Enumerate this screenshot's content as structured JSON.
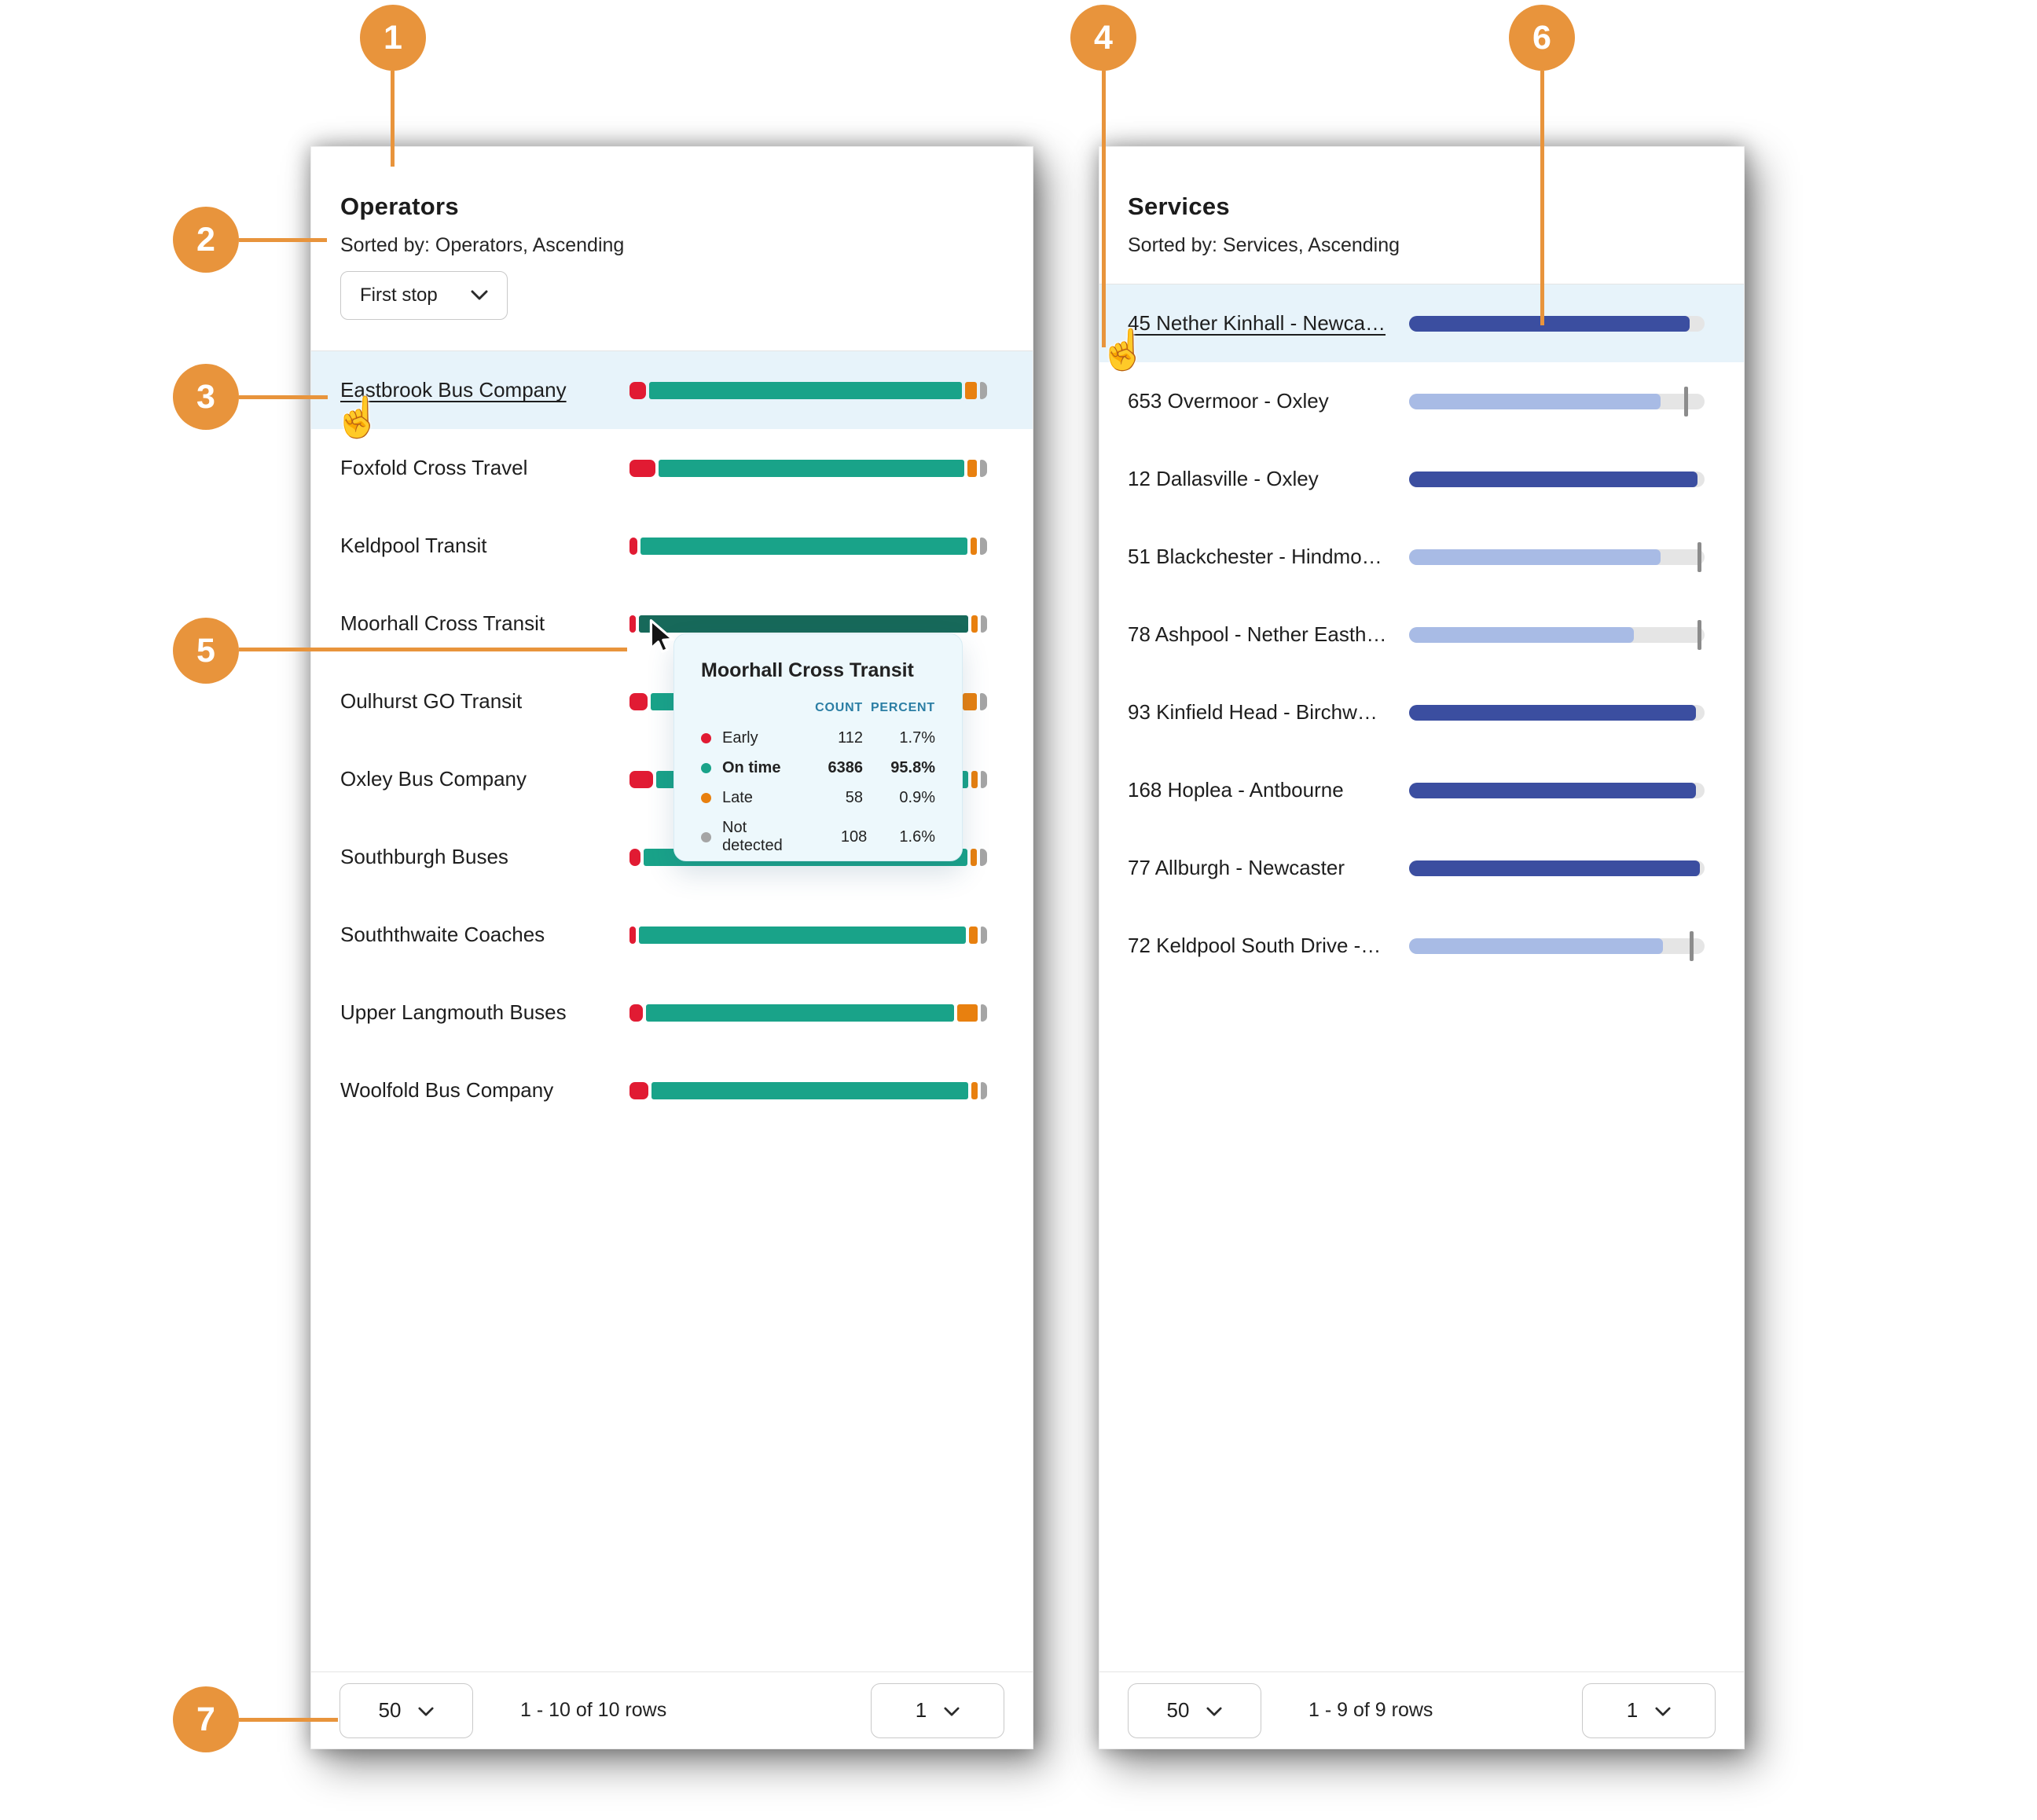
{
  "colors": {
    "accent_orange": "#E8943C",
    "early_red": "#E11B33",
    "on_time_green": "#19A389",
    "on_time_green_dark": "#17695A",
    "late_orange": "#E8800F",
    "not_detected_gray": "#A5A5A5",
    "services_dark_blue": "#3B4EA0",
    "services_light_blue": "#A8BBE5",
    "track_gray": "#E5E5E5",
    "tick_gray": "#8C8C8C",
    "highlight_blue": "#E7F3FA",
    "tooltip_bg": "#EDF8FC",
    "tooltip_header": "#2B7EA4"
  },
  "callouts": {
    "items": [
      "1",
      "2",
      "3",
      "4",
      "5",
      "6",
      "7"
    ]
  },
  "operators_panel": {
    "title": "Operators",
    "sorted_by": "Sorted by: Operators, Ascending",
    "filter_dropdown": {
      "value": "First stop"
    },
    "rows": [
      {
        "name": "Eastbrook Bus Company",
        "highlighted": true,
        "underlined": true,
        "hover": false,
        "values": {
          "early": 4.5,
          "on_time": 86.5,
          "late": 3.3,
          "not_detected": 2.0
        }
      },
      {
        "name": "Foxfold Cross Travel",
        "highlighted": false,
        "underlined": false,
        "hover": false,
        "values": {
          "early": 7.0,
          "on_time": 81.5,
          "late": 2.5,
          "not_detected": 1.8
        }
      },
      {
        "name": "Keldpool Transit",
        "highlighted": false,
        "underlined": false,
        "hover": false,
        "values": {
          "early": 2.2,
          "on_time": 88.0,
          "late": 1.6,
          "not_detected": 2.0
        }
      },
      {
        "name": "Moorhall Cross Transit",
        "highlighted": false,
        "underlined": false,
        "hover": true,
        "values": {
          "early": 1.7,
          "on_time": 95.8,
          "late": 0.9,
          "not_detected": 1.6
        }
      },
      {
        "name": "Oulhurst GO Transit",
        "highlighted": false,
        "underlined": false,
        "hover": false,
        "values": {
          "early": 5.0,
          "on_time": 85.0,
          "late": 3.8,
          "not_detected": 2.0
        }
      },
      {
        "name": "Oxley Bus Company",
        "highlighted": false,
        "underlined": false,
        "hover": false,
        "values": {
          "early": 6.5,
          "on_time": 87.0,
          "late": 1.2,
          "not_detected": 1.8
        }
      },
      {
        "name": "Southburgh Buses",
        "highlighted": false,
        "underlined": false,
        "hover": false,
        "values": {
          "early": 3.0,
          "on_time": 89.5,
          "late": 1.5,
          "not_detected": 2.0
        }
      },
      {
        "name": "Souththwaite Coaches",
        "highlighted": false,
        "underlined": false,
        "hover": false,
        "values": {
          "early": 1.5,
          "on_time": 91.5,
          "late": 2.3,
          "not_detected": 1.8
        }
      },
      {
        "name": "Upper Langmouth Buses",
        "highlighted": false,
        "underlined": false,
        "hover": false,
        "values": {
          "early": 3.7,
          "on_time": 84.0,
          "late": 5.5,
          "not_detected": 1.8
        }
      },
      {
        "name": "Woolfold Bus Company",
        "highlighted": false,
        "underlined": false,
        "hover": false,
        "values": {
          "early": 5.3,
          "on_time": 88.5,
          "late": 1.5,
          "not_detected": 1.7
        }
      }
    ],
    "footer": {
      "page_size": "50",
      "range_text": "1 - 10 of 10 rows",
      "page": "1"
    }
  },
  "services_panel": {
    "title": "Services",
    "sorted_by": "Sorted by: Services, Ascending",
    "rows": [
      {
        "name": "45 Nether Kinhall - Newca…",
        "highlighted": true,
        "underlined": true,
        "shade": "dark",
        "fill_percent": 95,
        "tick_percent": null
      },
      {
        "name": "653 Overmoor - Oxley",
        "highlighted": false,
        "underlined": false,
        "shade": "light",
        "fill_percent": 85,
        "tick_percent": 93
      },
      {
        "name": "12 Dallasville - Oxley",
        "highlighted": false,
        "underlined": false,
        "shade": "dark",
        "fill_percent": 97.5,
        "tick_percent": null
      },
      {
        "name": "51 Blackchester - Hindmo…",
        "highlighted": false,
        "underlined": false,
        "shade": "light",
        "fill_percent": 85,
        "tick_percent": 97.5
      },
      {
        "name": "78 Ashpool - Nether Easth…",
        "highlighted": false,
        "underlined": false,
        "shade": "light",
        "fill_percent": 76,
        "tick_percent": 97.5
      },
      {
        "name": "93 Kinfield Head - Birchw…",
        "highlighted": false,
        "underlined": false,
        "shade": "dark",
        "fill_percent": 97,
        "tick_percent": null
      },
      {
        "name": "168 Hoplea - Antbourne",
        "highlighted": false,
        "underlined": false,
        "shade": "dark",
        "fill_percent": 97,
        "tick_percent": null
      },
      {
        "name": "77 Allburgh - Newcaster",
        "highlighted": false,
        "underlined": false,
        "shade": "dark",
        "fill_percent": 98.5,
        "tick_percent": null
      },
      {
        "name": "72 Keldpool South Drive -…",
        "highlighted": false,
        "underlined": false,
        "shade": "light",
        "fill_percent": 86,
        "tick_percent": 95
      }
    ],
    "footer": {
      "page_size": "50",
      "range_text": "1 - 9 of 9 rows",
      "page": "1"
    }
  },
  "tooltip": {
    "title": "Moorhall Cross Transit",
    "columns": [
      "COUNT",
      "PERCENT"
    ],
    "rows": [
      {
        "label": "Early",
        "count": "112",
        "percent": "1.7%",
        "color": "#E11B33",
        "bold": false
      },
      {
        "label": "On time",
        "count": "6386",
        "percent": "95.8%",
        "color": "#19A389",
        "bold": true
      },
      {
        "label": "Late",
        "count": "58",
        "percent": "0.9%",
        "color": "#E8800F",
        "bold": false
      },
      {
        "label": "Not detected",
        "count": "108",
        "percent": "1.6%",
        "color": "#A5A5A5",
        "bold": false
      }
    ]
  }
}
